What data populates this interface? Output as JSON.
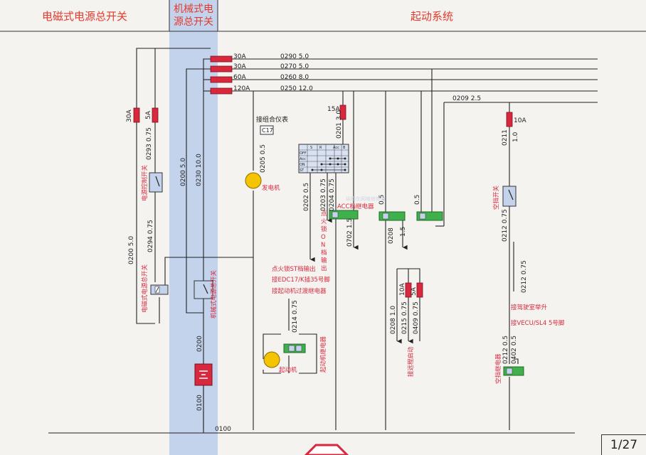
{
  "header": {
    "col1": "电磁式电源总开关",
    "col2_line1": "机械式电",
    "col2_line2": "源总开关",
    "col3": "起动系统"
  },
  "wires": {
    "w0290": "0290  5.0",
    "w0270": "0270  5.0",
    "w0260": "0260  8.0",
    "w0250": "0250  12.0",
    "w0209": "0209  2.5",
    "w0293": "0293  0.75",
    "w0294": "0294  0.75",
    "w0200a": "0200  5.0",
    "w0200b": "0200  5.0",
    "w0230": "0230  10.0",
    "w0205": "0205  0.5",
    "w0201": "0201  3.0",
    "w0202": "0202  0.5",
    "w0203": "0203  0.75",
    "w0204": "0204  0.75",
    "w0702": "0702  1.5",
    "w05a": "0.5",
    "w0208a": "0208",
    "w15": "1.5",
    "w05b": "0.5",
    "w0211": "0211",
    "w10": "1.0",
    "w0212a": "0212  0.75",
    "w0212b": "0212  0.75",
    "w0214": "0214  0.75",
    "w0200c": "0200",
    "w0100a": "0100",
    "w0100b": "0100",
    "w0208b": "0208  1.0",
    "w0215": "0215  0.75",
    "w0409": "0409  0.75",
    "w0212c": "0212  0.5",
    "w0402": "0402  0.5"
  },
  "fuses": {
    "f30a_1": "30A",
    "f30a_2": "30A",
    "f60a": "60A",
    "f120a": "120A",
    "f30a_v": "30A",
    "f5a_v": "5A",
    "f15a": "15A",
    "f10a": "10A",
    "f10a_b": "10A",
    "f5a_b": "5A"
  },
  "labels": {
    "power_control_switch": "电源控制开关",
    "em_master_switch": "电磁式电源总开关",
    "mech_master_switch": "机械式电源总开关",
    "combo_meter": "接组合仪表",
    "c17": "C17",
    "generator": "发电机",
    "ignition_output": "点火锁ON档输出",
    "acc_relay": "ACC档继电器",
    "watermark": "纵横车网维修频道",
    "st_output": "点火锁ST档输出",
    "edc_pin": "接EDC17/K插35号脚",
    "starter_relay_note": "接起动机过渡继电器",
    "starter": "起动机",
    "starter_relay": "起动机继电器",
    "remote_start": "接远程启动",
    "neutral_switch": "空挡开关",
    "cab_lift": "接驾驶室举升",
    "vecu": "接VECU/SL4 5号脚",
    "neutral_relay": "空挡继电器"
  },
  "ignition_table": {
    "cols": [
      "S",
      "R",
      "Acc",
      "B"
    ],
    "rows": [
      "OFF",
      "Acc",
      "ON",
      "ST"
    ]
  },
  "footer": {
    "page": "1/27"
  }
}
